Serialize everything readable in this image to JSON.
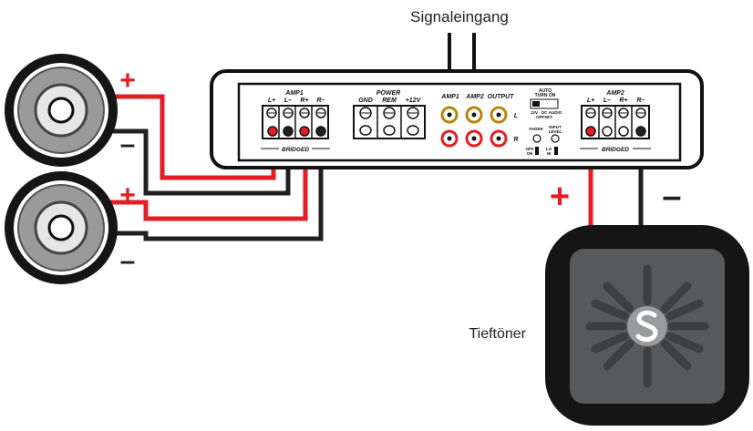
{
  "labels": {
    "signal_input": "Signaleingang",
    "subwoofer": "Tieftöner"
  },
  "amplifier": {
    "amp1_title": "AMP1",
    "amp1_terminals": [
      "L+",
      "L–",
      "R+",
      "R–"
    ],
    "amp1_bridged": "BRIDGED",
    "power_title": "POWER",
    "power_terminals": [
      "GND",
      "REM",
      "+12V"
    ],
    "rca_amp1": "AMP1",
    "rca_amp2": "AMP2",
    "rca_output": "OUTPUT",
    "rca_left": "L",
    "rca_right": "R",
    "auto_turn_on": [
      "AUTO",
      "TURN ON"
    ],
    "switch_positions": [
      "12V",
      "DC",
      "AUDIO"
    ],
    "offset": "OFFSET",
    "fader": "FADER",
    "input_level": [
      "INPUT",
      "LEVEL"
    ],
    "off_on": [
      "OFF",
      "ON"
    ],
    "lo_hi": [
      "LO",
      "HI"
    ],
    "amp2_title": "AMP2",
    "amp2_terminals": [
      "L+",
      "L–",
      "R+",
      "R–"
    ],
    "amp2_bridged": "BRIDGED"
  },
  "polarity": {
    "plus": "+",
    "minus": "–"
  },
  "colors": {
    "positive_wire": "#e31e24",
    "negative_wire": "#231f20",
    "amp_body": "#ffffff",
    "sub_frame": "#151515",
    "sub_cone": "#58595b"
  }
}
